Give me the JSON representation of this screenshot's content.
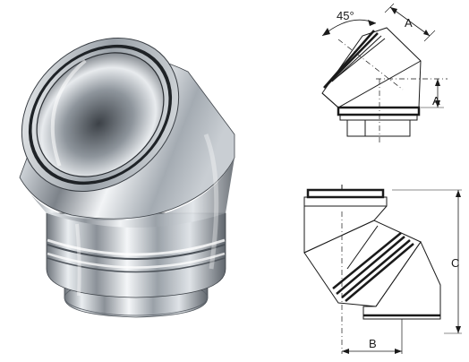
{
  "top_diagram": {
    "angle_label": "45°",
    "dimension_a_upper": "A",
    "dimension_a_side": "A"
  },
  "bottom_diagram": {
    "dimension_b": "B",
    "dimension_c": "C"
  }
}
